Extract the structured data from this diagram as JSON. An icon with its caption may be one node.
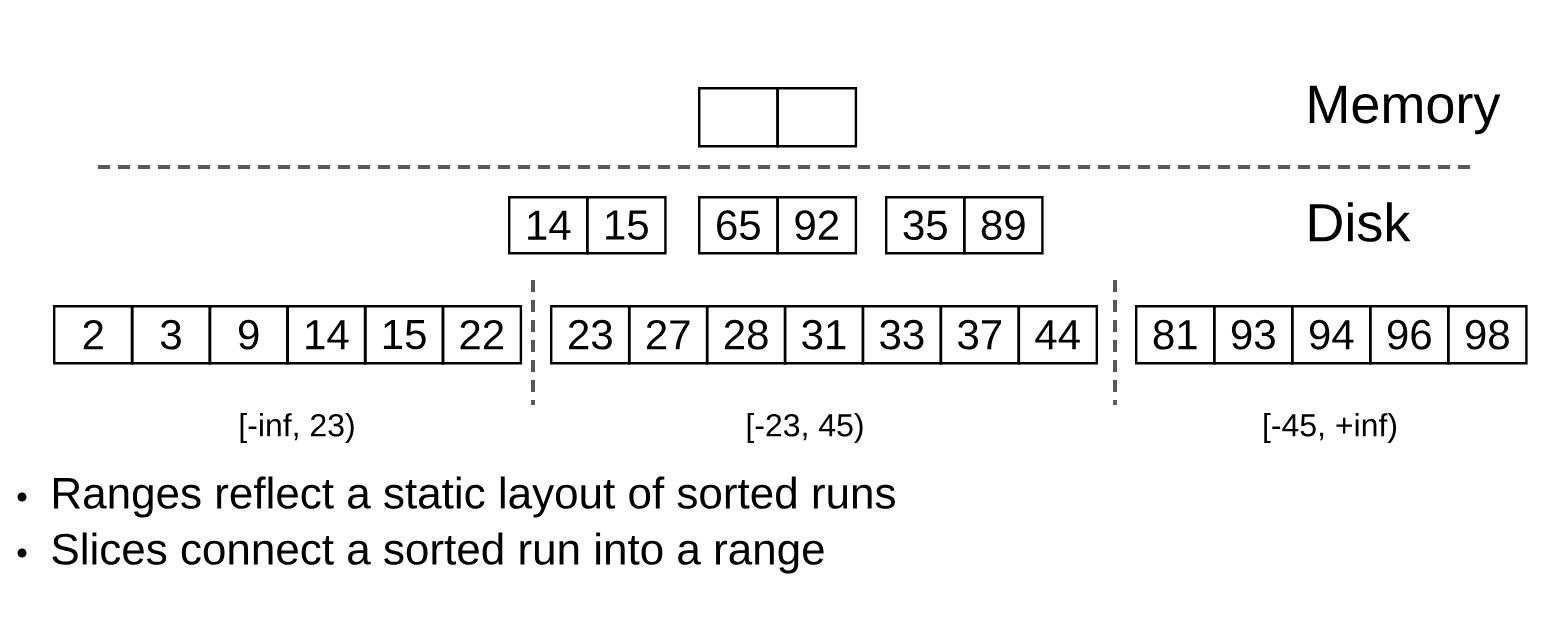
{
  "diagram": {
    "nodes": [
      {
        "text": [],
        "shape": "box"
      },
      {
        "text": [],
        "shape": "box"
      },
      {
        "text": [
          "14"
        ]
      },
      {
        "text": [
          "15"
        ]
      },
      {
        "text": [
          "65"
        ]
      },
      {
        "text": [
          "92"
        ]
      },
      {
        "text": [
          "35"
        ]
      },
      {
        "text": [
          "89"
        ]
      },
      {
        "text": [
          "2"
        ]
      },
      {
        "text": [
          "3"
        ]
      },
      {
        "text": [
          "9"
        ]
      },
      {
        "text": [
          "14"
        ]
      },
      {
        "text": [
          "15"
        ]
      },
      {
        "text": [
          "22"
        ]
      },
      {
        "text": [
          "23"
        ]
      },
      {
        "text": [
          "27"
        ]
      },
      {
        "text": [
          "28"
        ]
      },
      {
        "text": [
          "31"
        ]
      },
      {
        "text": [
          "33"
        ]
      },
      {
        "text": [
          "37"
        ]
      },
      {
        "text": [
          "44"
        ]
      },
      {
        "text": [
          "81"
        ]
      },
      {
        "text": [
          "93"
        ]
      },
      {
        "text": [
          "94"
        ]
      },
      {
        "text": [
          "96"
        ]
      },
      {
        "text": [
          "98"
        ]
      }
    ],
    "labels": [
      "Memory",
      "Disk",
      "[-inf, 23)",
      "[-23, 45)",
      "[-45, +inf)",
      "Ranges reflect a static layout of sorted runs",
      "Slices connect a sorted run into a range"
    ]
  }
}
